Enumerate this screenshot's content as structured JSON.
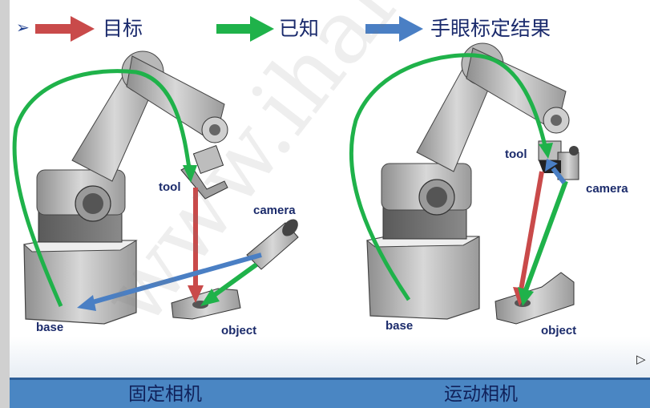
{
  "legend": {
    "bullet": "➢",
    "target_label": "目标",
    "known_label": "已知",
    "result_label": "手眼标定结果"
  },
  "colors": {
    "target": "#c94a4a",
    "known": "#1fb24a",
    "result": "#4a7fc4",
    "footer": "#4a86c3",
    "label_text": "#1b2b6b"
  },
  "left_scene": {
    "tool": "tool",
    "camera": "camera",
    "base": "base",
    "object": "object"
  },
  "right_scene": {
    "tool": "tool",
    "camera": "camera",
    "base": "base",
    "object": "object"
  },
  "footer": {
    "left_title": "固定相机",
    "right_title": "运动相机",
    "nav_icon": "play-right-icon"
  },
  "watermark": "www.ihalcon.com"
}
